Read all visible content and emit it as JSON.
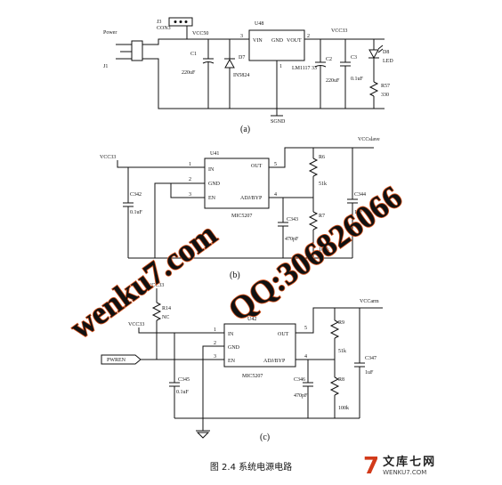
{
  "figure": {
    "caption": "图 2.4 系统电源电路",
    "sub_a": "(a)",
    "sub_b": "(b)",
    "sub_c": "(c)"
  },
  "circuit_a": {
    "power_label": "Power",
    "j1": "J1",
    "j3": "J3",
    "con3": "CON3",
    "vcc50": "VCC50",
    "u48": "U48",
    "vin": "VIN",
    "gnd_pin": "GND",
    "vout": "VOUT",
    "reg_part": "LM1117 33",
    "c1": "C1",
    "c1_val": "220uF",
    "d7": "D7",
    "d7_part": "IN5824",
    "vcc33": "VCC33",
    "c2": "C2",
    "c2_val": "220uF",
    "c3": "C3",
    "c3_val": "0.1uF",
    "d8": "D8",
    "led": "LED",
    "r57": "R57",
    "r57_val": "330",
    "sgnd": "SGND",
    "pin1": "1",
    "pin2": "2",
    "pin3": "3"
  },
  "circuit_b": {
    "vcc33": "VCC33",
    "vccslave": "VCCslave",
    "u41": "U41",
    "in": "IN",
    "gnd": "GND",
    "en": "EN",
    "out": "OUT",
    "adj": "ADJ/BYP",
    "part": "MIC5207",
    "c342": "C342",
    "c342_val": "0.1uF",
    "c343": "C343",
    "c343_val": "470pF",
    "r6": "R6",
    "r6_val": "51k",
    "r7": "R7",
    "r7_val": "100k",
    "c344": "C344",
    "c344_val": "1uF",
    "p1": "1",
    "p2": "2",
    "p3": "3",
    "p4": "4",
    "p5": "5"
  },
  "circuit_c": {
    "vcc33_top": "VCC33",
    "r14": "R14",
    "r14_val": "NC",
    "vcc33": "VCC33",
    "vccarm": "VCCarm",
    "u42": "U42",
    "in": "IN",
    "gnd": "GND",
    "en": "EN",
    "out": "OUT",
    "adj": "ADJ/BYP",
    "part": "MIC5207",
    "pwren": "PWREN",
    "c345": "C345",
    "c345_val": "0.1uF",
    "c346": "C346",
    "c346_val": "470pF",
    "r9": "R9",
    "r9_val": "51k",
    "r8": "R8",
    "r8_val": "100k",
    "c347": "C347",
    "c347_val": "1uF",
    "p1": "1",
    "p2": "2",
    "p3": "3",
    "p4": "4",
    "p5": "5"
  },
  "watermarks": {
    "site": "wenku7.com",
    "qq": "QQ:306826066"
  },
  "logo": {
    "mark": "7",
    "name": "文库七网",
    "url": "WENKU7.COM"
  }
}
